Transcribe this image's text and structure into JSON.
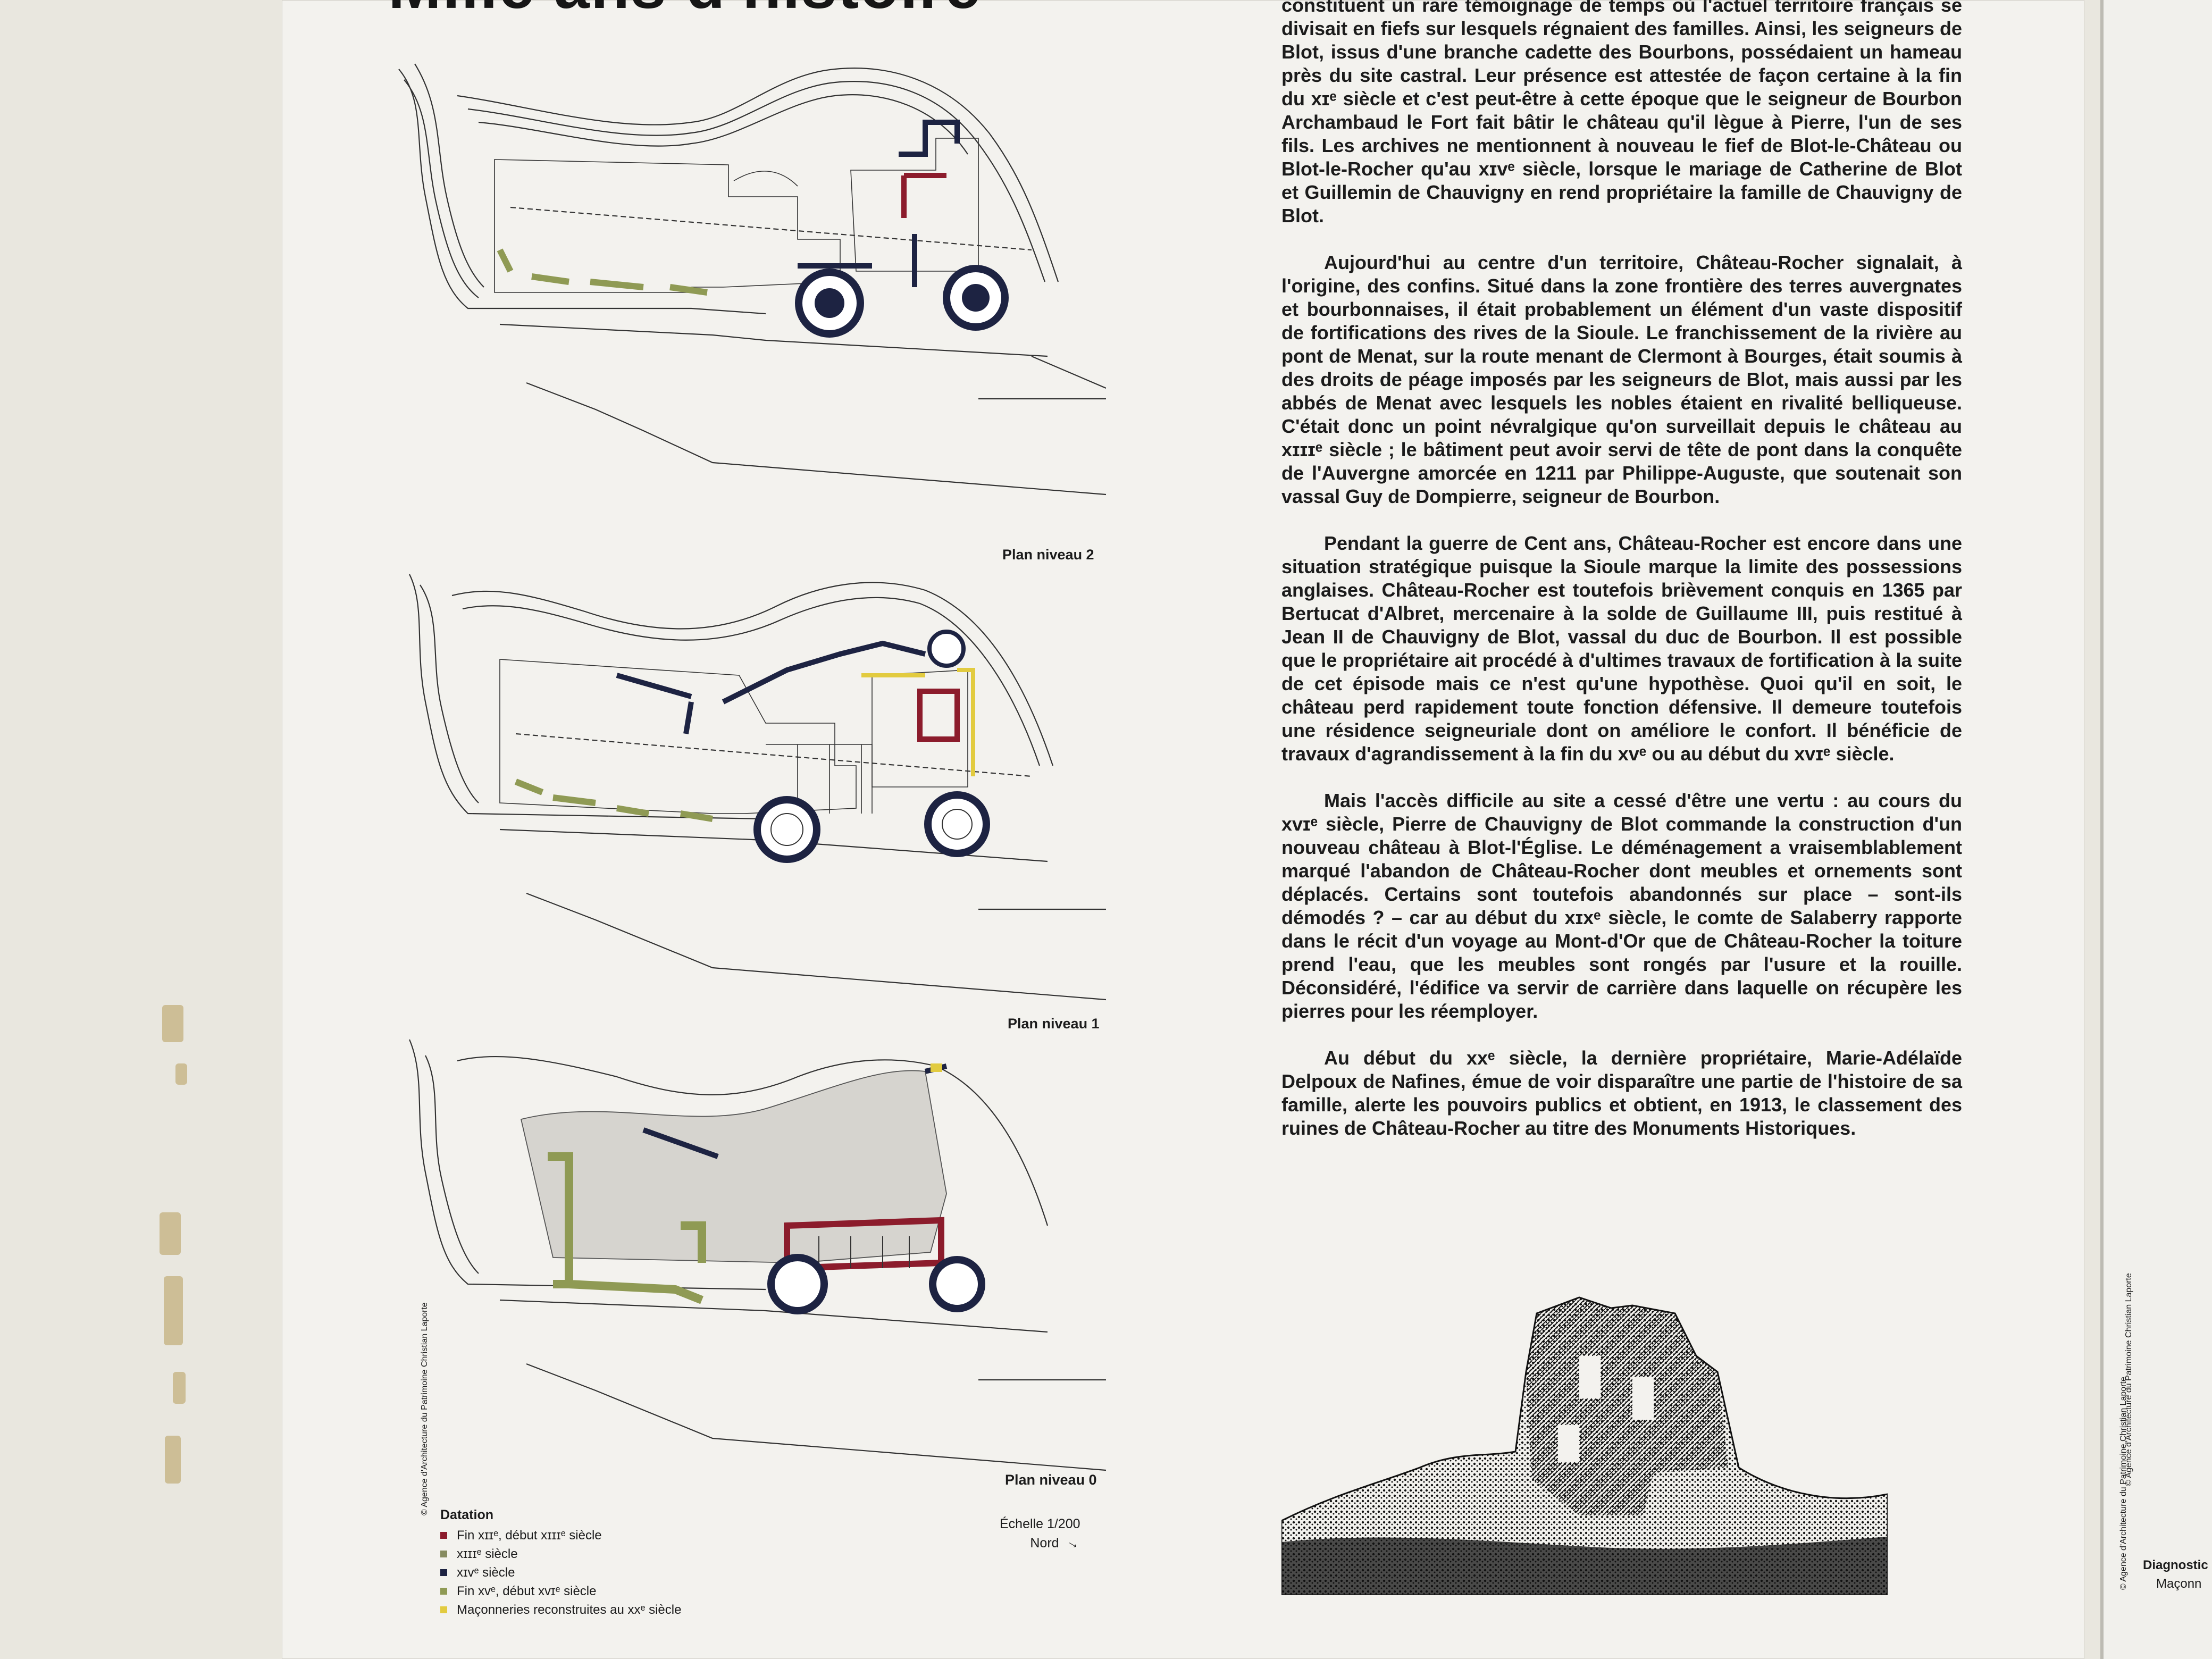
{
  "heading": "Mille ans d'histoire",
  "plans": [
    {
      "label": "Plan niveau 2"
    },
    {
      "label": "Plan niveau 1"
    },
    {
      "label": "Plan niveau 0"
    }
  ],
  "legend": {
    "title": "Datation",
    "items": [
      {
        "label": "Fin xɪɪᵉ, début xɪɪɪᵉ siècle",
        "color": "#8c1c2c"
      },
      {
        "label": "xɪɪɪᵉ siècle",
        "color": "#868b60"
      },
      {
        "label": "xɪᴠᵉ siècle",
        "color": "#1d2342"
      },
      {
        "label": "Fin xᴠᵉ, début xᴠɪᵉ siècle",
        "color": "#8f9a54"
      },
      {
        "label": "Maçonneries reconstruites au xxᵉ siècle",
        "color": "#e2cb3f"
      }
    ]
  },
  "scale": {
    "text": "Échelle 1/200",
    "north": "Nord"
  },
  "credit": "© Agence d'Architecture du Patrimoine Christian Laporte",
  "right_panel": {
    "label": "Diagnostic",
    "sub": "Maçonn"
  },
  "paragraphs": [
    "constituent un rare témoignage de temps où l'actuel territoire français se divisait en fiefs sur lesquels régnaient des familles. Ainsi, les seigneurs de Blot, issus d'une branche cadette des Bourbons, possédaient un hameau près du site castral. Leur présence est attestée de façon certaine à la fin du xɪᵉ siècle et c'est peut-être à cette époque que le seigneur de Bourbon Archambaud le Fort fait bâtir le château qu'il lègue à Pierre, l'un de ses fils. Les archives ne mentionnent à nouveau le fief de Blot-le-Château ou Blot-le-Rocher qu'au xɪᴠᵉ siècle, lorsque le mariage de Catherine de Blot et Guillemin de Chauvigny en rend propriétaire la famille de Chauvigny de Blot.",
    "Aujourd'hui au centre d'un territoire, Château-Rocher signalait, à l'origine, des confins. Situé dans la zone frontière des terres auvergnates et bourbonnaises, il était probablement un élément d'un vaste dispositif de fortifications des rives de la Sioule. Le franchissement de la rivière au pont de Menat, sur la route menant de Clermont à Bourges, était soumis à des droits de péage imposés par les seigneurs de Blot, mais aussi par les abbés de Menat avec lesquels les nobles étaient en rivalité belliqueuse. C'était donc un point névralgique qu'on surveillait depuis le château au xɪɪɪᵉ siècle ; le bâtiment peut avoir servi de tête de pont dans la conquête de l'Auvergne amorcée en 1211 par Philippe-Auguste, que soutenait son vassal Guy de Dompierre, seigneur de Bourbon.",
    "Pendant la guerre de Cent ans, Château-Rocher est encore dans une situation stratégique puisque la Sioule marque la limite des possessions anglaises. Château-Rocher est toutefois brièvement conquis en 1365 par Bertucat d'Albret, mercenaire à la solde de Guillaume III, puis restitué à Jean II de Chauvigny de Blot, vassal du duc de Bourbon. Il est possible que le propriétaire ait procédé à d'ultimes travaux de fortification à la suite de cet épisode mais ce n'est qu'une hypothèse. Quoi qu'il en soit, le château perd rapidement toute fonction défensive. Il demeure toutefois une résidence seigneuriale dont on améliore le confort. Il bénéficie de travaux d'agrandissement à la fin du xᴠᵉ ou au début du xᴠɪᵉ siècle.",
    "Mais l'accès difficile au site a cessé d'être une vertu : au cours du xᴠɪᵉ siècle, Pierre de Chauvigny de Blot commande la construction d'un nouveau château à Blot-l'Église. Le déménagement a vraisemblablement marqué l'abandon de Château-Rocher dont meubles et ornements sont déplacés. Certains sont toutefois abandonnés sur place – sont-ils démodés ? – car au début du xɪxᵉ siècle, le comte de Salaberry rapporte dans le récit d'un voyage au Mont-d'Or que de Château-Rocher la toiture prend l'eau, que les meubles sont rongés par l'usure et la rouille. Déconsidéré, l'édifice va servir de carrière dans laquelle on récupère les pierres pour les réemployer.",
    "Au début du xxᵉ siècle, la dernière propriétaire, Marie-Adélaïde Delpoux de Nafines, émue de voir disparaître une partie de l'histoire de sa famille, alerte les pouvoirs publics et obtient, en 1913, le classement des ruines de Château-Rocher au titre des Monuments Historiques."
  ]
}
